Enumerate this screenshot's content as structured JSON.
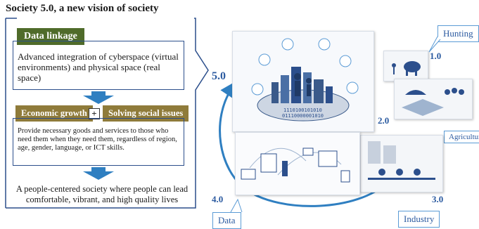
{
  "title": "Society 5.0, a new vision of society",
  "data_linkage": {
    "tag": "Data linkage",
    "text": "Advanced integration of cyberspace (virtual environments) and physical space (real space)"
  },
  "economic_growth": "Economic growth",
  "plus": "+",
  "solving_social_issues": "Solving social issues",
  "provide_text": "Provide necessary goods and services to those who need them when they need them, regardless of region, age, gender, language, or ICT skills.",
  "bottom_text": "A people-centered society where people can lead comfortable, vibrant, and high quality lives",
  "stages": {
    "s5": "5.0",
    "s1": "1.0",
    "s2": "2.0",
    "s3": "3.0",
    "s4": "4.0"
  },
  "callouts": {
    "hunting": "Hunting",
    "agriculture": "Agriculture",
    "industry": "Industry",
    "data": "Data"
  },
  "colors": {
    "frame_blue": "#2c4f8c",
    "arrow_blue": "#2f7fc1",
    "green_tag": "#4f6b2a",
    "olive_tag": "#8f7b3a"
  }
}
